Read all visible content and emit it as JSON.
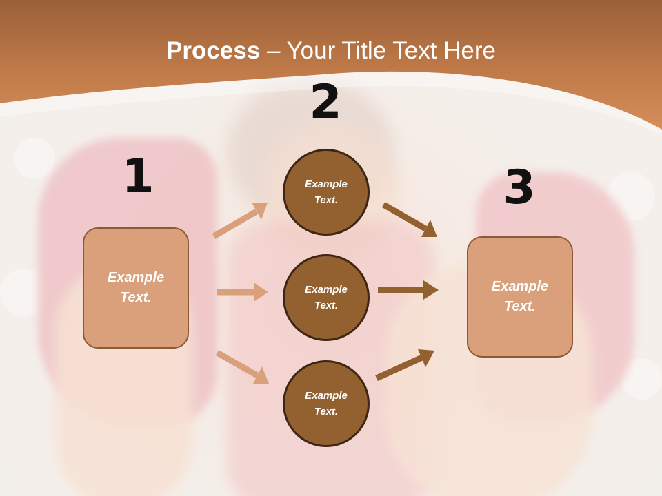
{
  "title": {
    "bold": "Process",
    "rest": " – Your Title Text Here"
  },
  "colors": {
    "header": "#c88552",
    "header_dark": "#9a6038",
    "box_fill": "#d9a07b",
    "circle_fill": "#93602f",
    "arrow_light": "#d9a07b",
    "arrow_dark": "#93602f"
  },
  "steps": [
    {
      "number": "1",
      "label": "Example Text."
    },
    {
      "number": "2",
      "items": [
        {
          "label": "Example Text."
        },
        {
          "label": "Example Text."
        },
        {
          "label": "Example Text."
        }
      ]
    },
    {
      "number": "3",
      "label": "Example Text."
    }
  ]
}
